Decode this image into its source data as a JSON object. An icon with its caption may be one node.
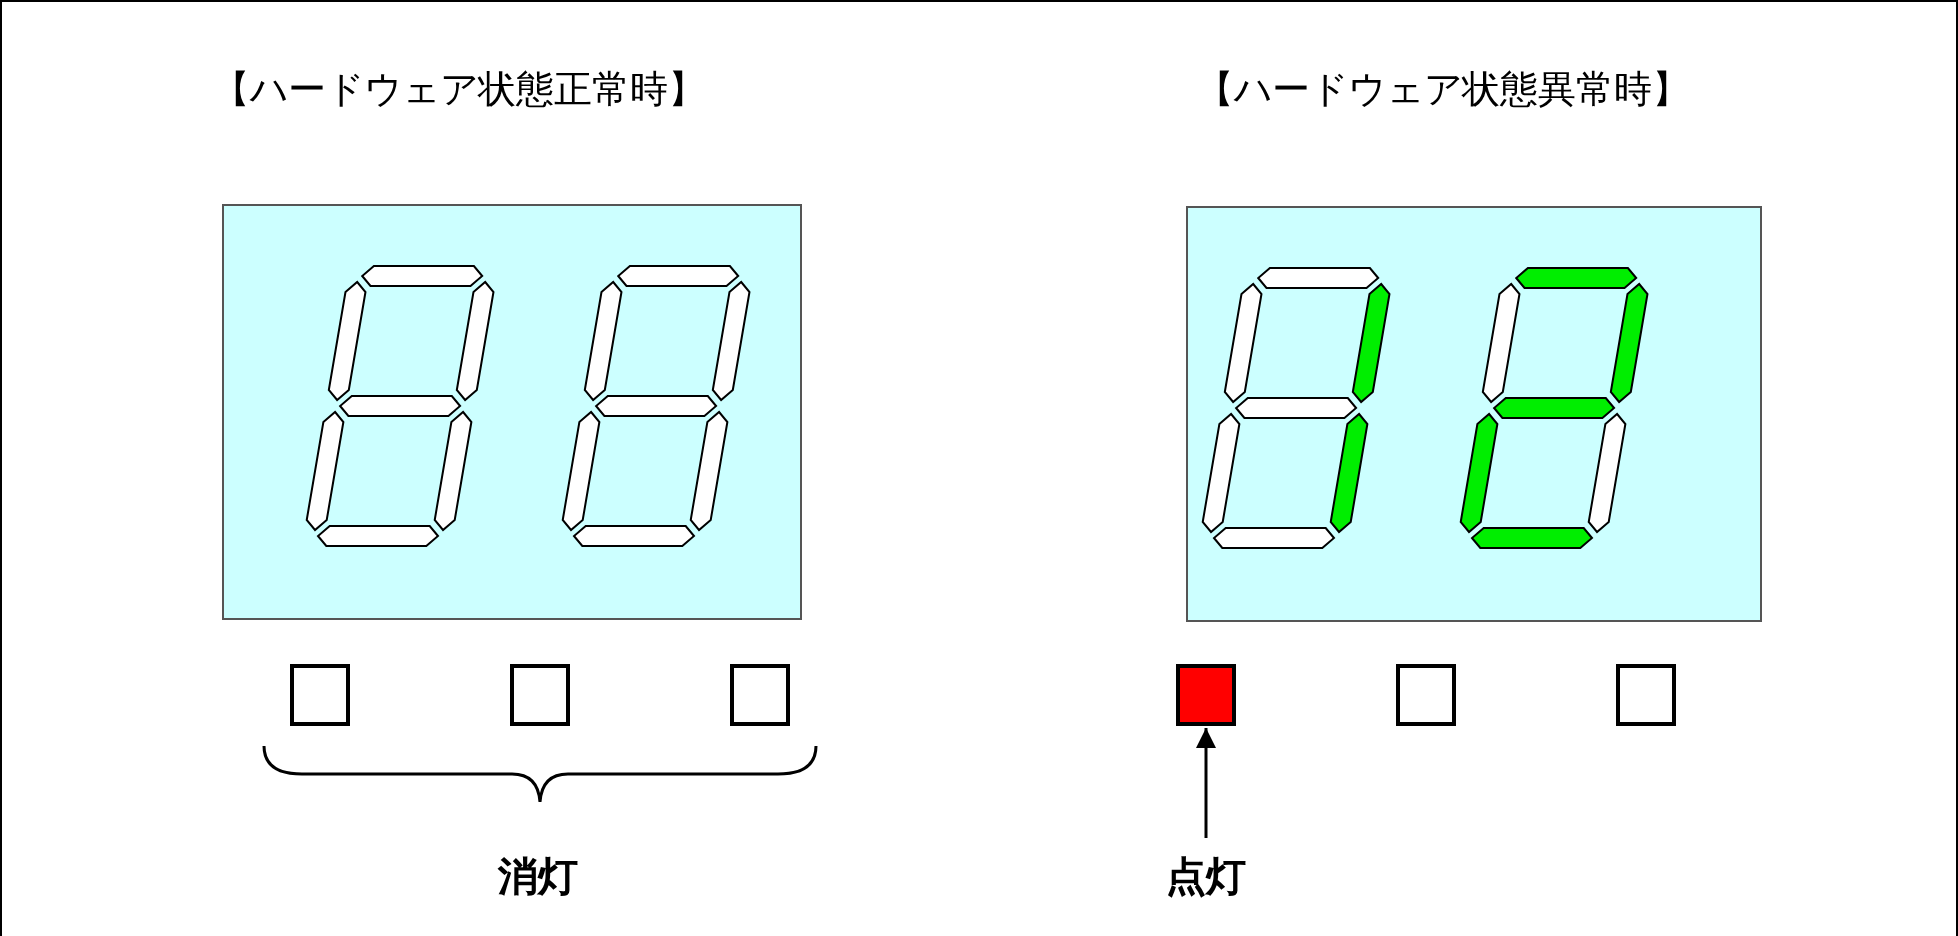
{
  "diagram": {
    "nodes": [
      {
        "text": [],
        "shape": "box"
      },
      {
        "text": [],
        "shape": "box"
      },
      {
        "text": [],
        "shape": "box"
      },
      {
        "text": [],
        "shape": "box"
      },
      {
        "text": [],
        "shape": "box"
      },
      {
        "text": [],
        "shape": "box"
      },
      {
        "text": [
          "点灯"
        ]
      }
    ],
    "edges": [
      {
        "from": 6,
        "to": 3,
        "arrow": "to"
      }
    ],
    "labels": [
      "【ハードウェア状態正常時】",
      "【ハードウェア状態異常時】",
      "消灯"
    ]
  }
}
